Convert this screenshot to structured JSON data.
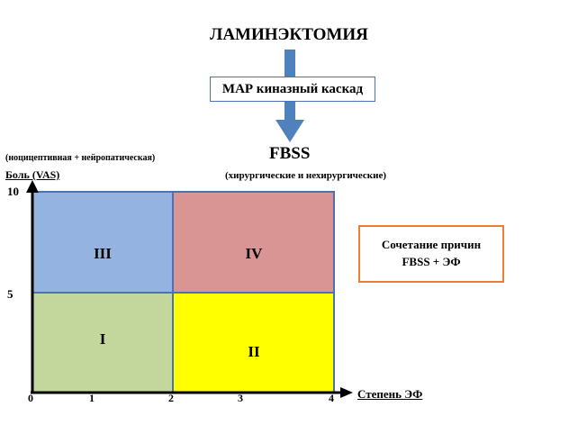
{
  "title": "ЛАМИНЭКТОМИЯ",
  "map_box": "МАР киназный каскад",
  "fbss": {
    "label": "FBSS",
    "subtitle": "(хирургические и нехирургические)"
  },
  "pain": {
    "types_label": "(ноцицептивная + нейропатическая)",
    "axis_label": "Боль (VAS)",
    "ticks": [
      "10",
      "5"
    ]
  },
  "ef_axis": {
    "label": "Степень ЭФ",
    "ticks": [
      "0",
      "1",
      "2",
      "3",
      "4"
    ]
  },
  "quadrants": [
    {
      "id": "III",
      "label": "III",
      "color": "#95b3e1"
    },
    {
      "id": "IV",
      "label": "IV",
      "color": "#d99594"
    },
    {
      "id": "I",
      "label": "I",
      "color": "#c3d69b"
    },
    {
      "id": "II",
      "label": "II",
      "color": "#ffff00"
    }
  ],
  "combo_box": {
    "line1": "Сочетание причин",
    "line2": "FBSS + ЭФ",
    "border_color": "#ed7d31"
  },
  "colors": {
    "arrow": "#4f81bd",
    "grid_border": "#4a73b5",
    "axes": "#000000"
  }
}
